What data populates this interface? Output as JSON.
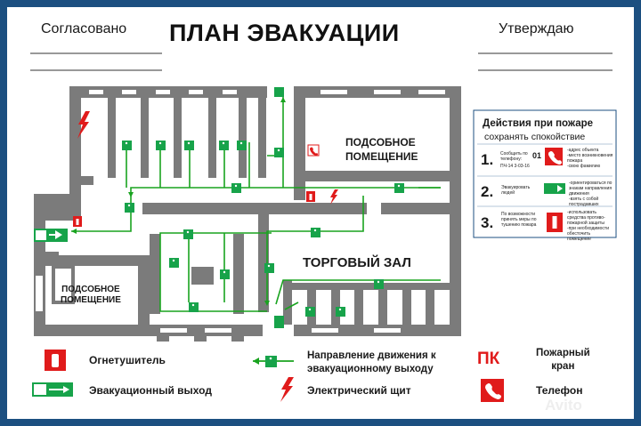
{
  "header": {
    "approved_label": "Согласовано",
    "title": "ПЛАН ЭВАКУАЦИИ",
    "confirm_label": "Утверждаю"
  },
  "rooms": {
    "utility_top_line1": "ПОДСОБНОЕ",
    "utility_top_line2": "ПОМЕЩЕНИЕ",
    "utility_left_line1": "ПОДСОБНОЕ",
    "utility_left_line2": "ПОМЕЩЕНИЕ",
    "sales_hall": "ТОРГОВЫЙ ЗАЛ"
  },
  "actions": {
    "title": "Действия при пожаре",
    "subtitle": "сохранять спокойствие",
    "steps": [
      {
        "number": "1.",
        "text_left": "Сообщить по телефону:",
        "phone_code": "01",
        "text_left2": "ПЧ-14 3-03-16",
        "bullets": [
          "-адрес объекта",
          "-место возникновения пожара",
          "-свою фамилию"
        ]
      },
      {
        "number": "2.",
        "text_left": "Эвакуировать людей",
        "bullets": [
          "-ориентироваться по знакам направления движения",
          "-взять с собой пострадавших"
        ]
      },
      {
        "number": "3.",
        "text_left": "По возможности принять меры по тушению пожара",
        "bullets": [
          "-использовать средства противо-пожарной защиты",
          "-при необходимости обесточить помещение"
        ]
      }
    ]
  },
  "legend": {
    "extinguisher": "Огнетушитель",
    "exit": "Эвакуационный выход",
    "direction_line1": "Направление движения к",
    "direction_line2": "эвакуационному выходу",
    "panel": "Электрический щит",
    "hydrant_code": "ПК",
    "hydrant_line1": "Пожарный",
    "hydrant_line2": "кран",
    "phone": "Телефон"
  },
  "watermark": "Avito",
  "colors": {
    "frame": "#1c4f80",
    "wall": "#7b7b7b",
    "route": "#19a31f",
    "sign_green": "#17a34a",
    "sign_red": "#e01b1b"
  },
  "icons": {
    "extinguisher": "fire-extinguisher-icon",
    "exit": "exit-sign-icon",
    "route": "direction-arrow-icon",
    "panel": "lightning-icon",
    "hydrant": "fire-hydrant-icon",
    "phone": "phone-icon"
  }
}
